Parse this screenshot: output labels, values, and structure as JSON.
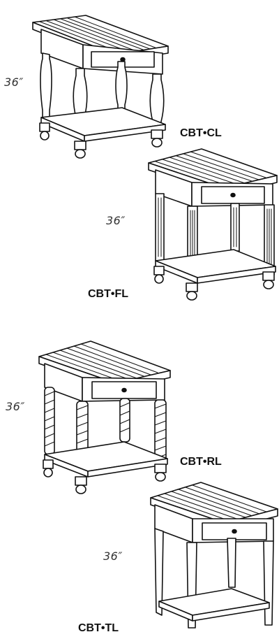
{
  "figures": [
    {
      "model": "CBT•CL",
      "height": "36″",
      "leg_style": "turned"
    },
    {
      "model": "CBT•FL",
      "height": "36″",
      "leg_style": "fluted"
    },
    {
      "model": "CBT•RL",
      "height": "36″",
      "leg_style": "rope"
    },
    {
      "model": "CBT•TL",
      "height": "36″",
      "leg_style": "tapered"
    }
  ],
  "colors": {
    "line": "#111111",
    "background": "#ffffff"
  }
}
